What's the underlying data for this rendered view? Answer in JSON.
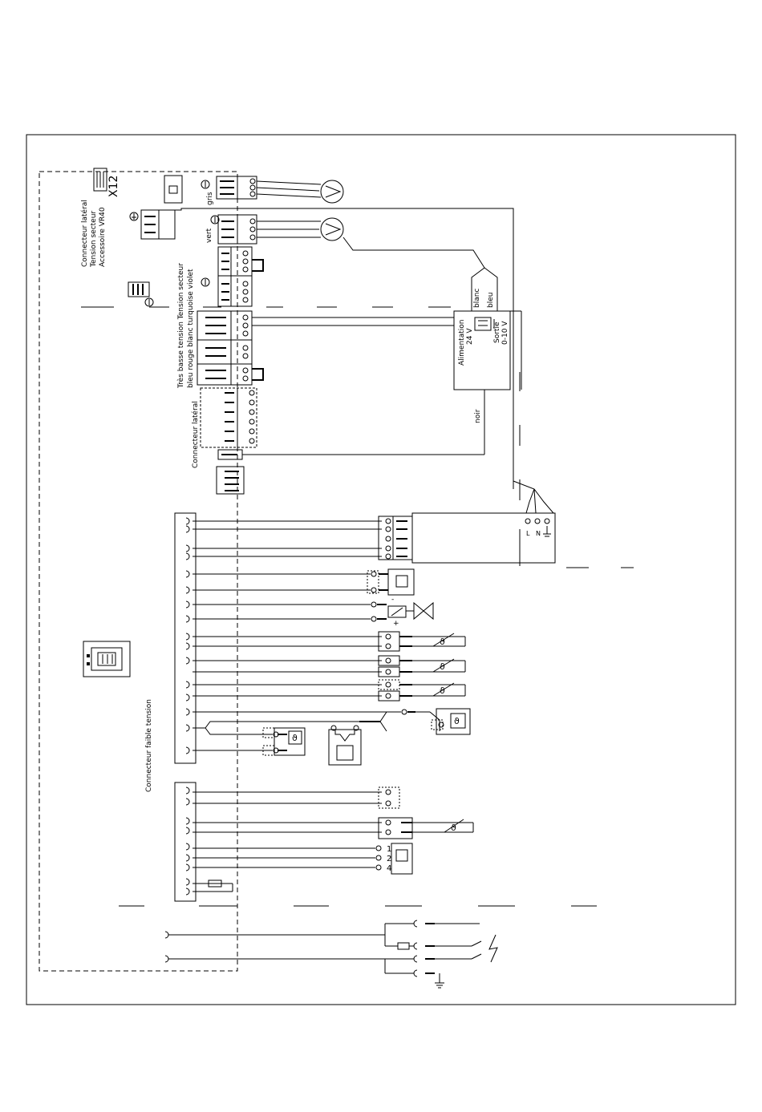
{
  "connector_x12": {
    "label": "X12",
    "title": [
      "Connecteur latéral",
      "Tension secteur",
      "Accessoire VR40"
    ]
  },
  "mains_connectors": {
    "title_line1": "Très basse tension Tension secteur",
    "title_line2": "bleu  rouge blanc turquoise violet",
    "wire_gris": "gris",
    "wire_vert": "vert"
  },
  "side_connector_label": "Connecteur latéral",
  "module": {
    "power_label": "Alimentation",
    "power_value": "24 V",
    "output_label": "Sortie",
    "output_value": "0-10 V",
    "wire_blanc": "blanc",
    "wire_bleu": "bleu",
    "wire_noir": "noir"
  },
  "mains_terminals": [
    "L",
    "N"
  ],
  "low_voltage_label": "Connecteur faible tension",
  "sensor_symbol": "ϑ",
  "signal_terminals": [
    "1",
    "2",
    "4"
  ],
  "plus_sign": "+",
  "minus_sign": "-"
}
